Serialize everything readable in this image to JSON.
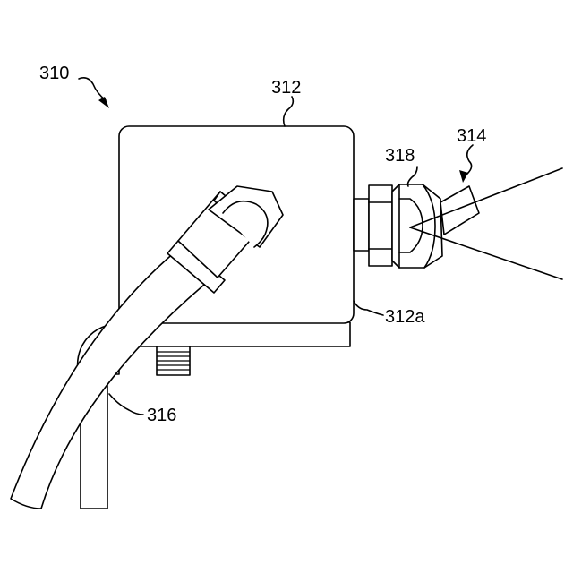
{
  "labels": {
    "assembly": "310",
    "housing": "312",
    "housing_bottom": "312a",
    "spray": "314",
    "hose": "316",
    "nozzle": "318"
  }
}
